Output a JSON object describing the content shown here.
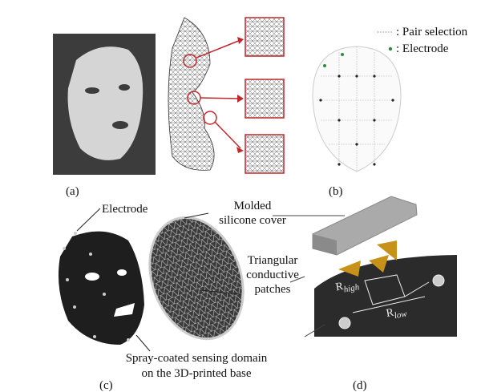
{
  "panels": {
    "a": {
      "label": "(a)"
    },
    "b": {
      "label": "(b)",
      "legend": {
        "pair_selection": ": Pair selection",
        "electrode": ": Electrode"
      }
    },
    "c": {
      "label": "(c)",
      "electrode": "Electrode",
      "cover_line1": "Molded",
      "cover_line2": "silicone cover",
      "patch_line1": "Triangular",
      "patch_line2": "conductive",
      "patch_line3": "patches",
      "domain_line1": "Spray-coated sensing domain",
      "domain_line2": "on the 3D-printed base"
    },
    "d": {
      "label": "(d)",
      "r_high": "R",
      "r_high_sub": "high",
      "r_low": "R",
      "r_low_sub": "low"
    }
  },
  "colors": {
    "patch": "#c8921a",
    "mesh_highlight": "#c0282d",
    "electrode_dot": "#2e8b3a",
    "base": "#2b2b2b"
  }
}
